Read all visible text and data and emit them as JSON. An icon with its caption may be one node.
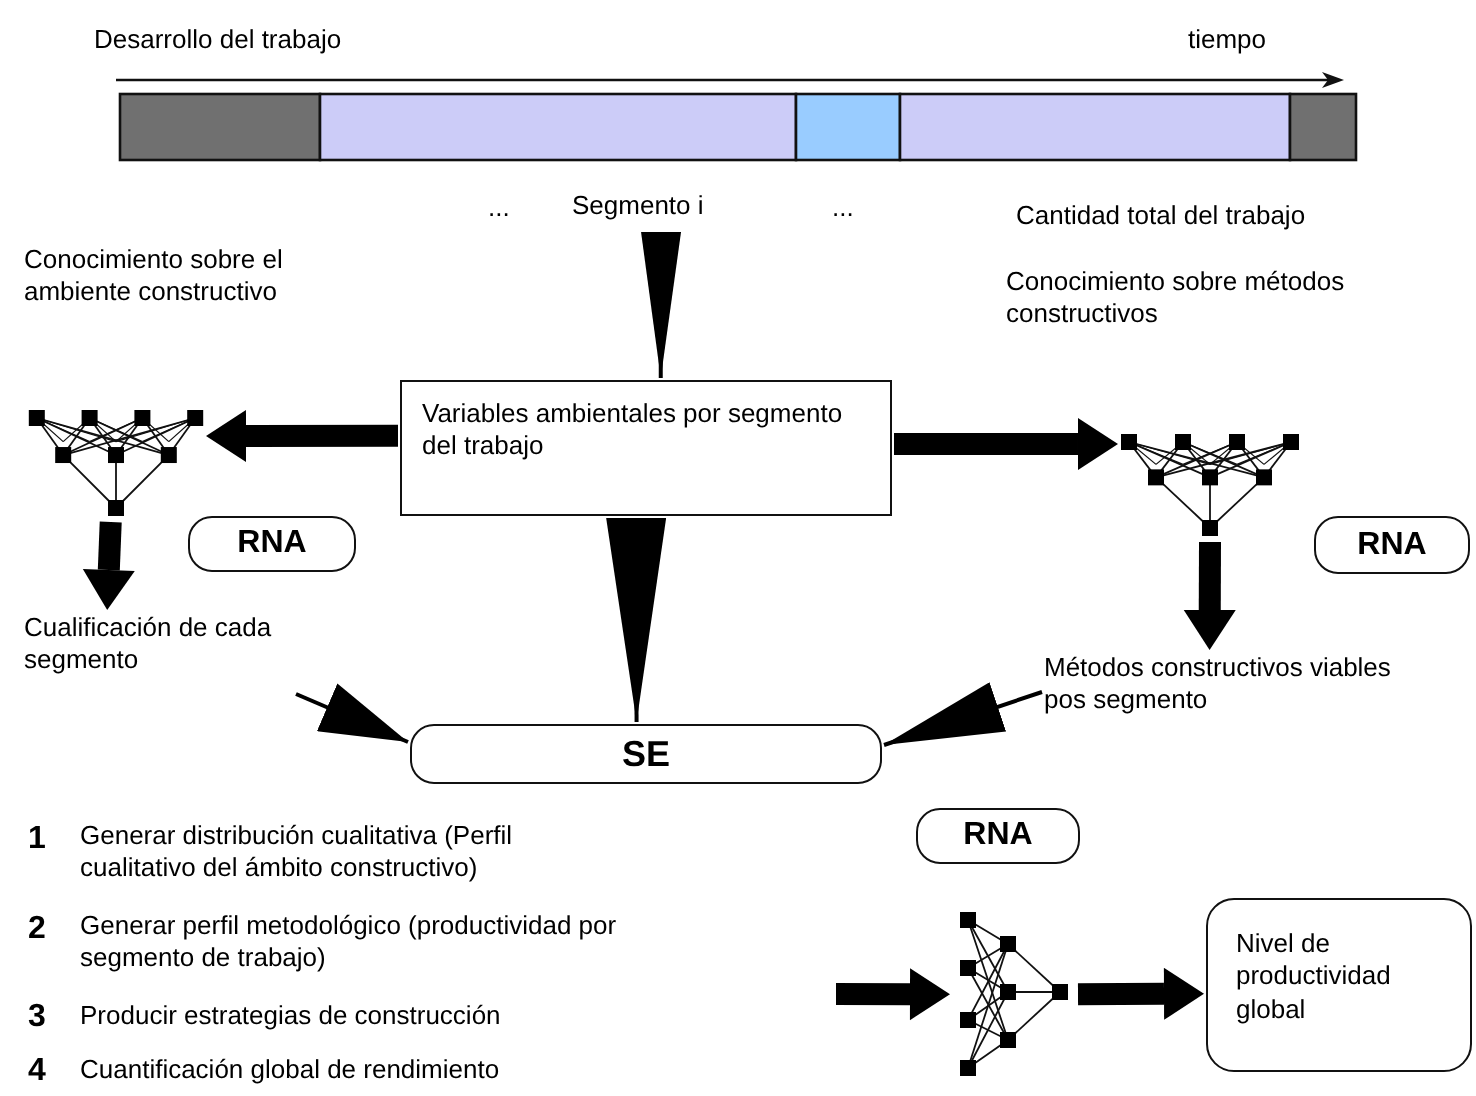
{
  "diagram": {
    "nodes": [
      {
        "text": [
          "Segmento i"
        ]
      },
      {
        "text": [
          "Variables ambientales por segmento del trabajo"
        ]
      },
      {
        "text": [],
        "shape": "picture"
      },
      {
        "text": [
          "RNA"
        ]
      },
      {
        "text": [],
        "shape": "picture"
      },
      {
        "text": [
          "RNA"
        ]
      },
      {
        "text": [
          "Cualificación de cada segmento"
        ]
      },
      {
        "text": [
          "Métodos constructivos viables pos segmento"
        ]
      },
      {
        "text": [
          "SE"
        ]
      },
      {
        "text": [
          "RNA"
        ]
      },
      {
        "text": [],
        "shape": "picture"
      },
      {
        "text": [
          "Nivel de productividad global"
        ]
      }
    ],
    "edges": [
      {
        "from": 0,
        "to": 1,
        "arrow": "to"
      },
      {
        "from": 1,
        "to": 2,
        "arrow": "to"
      },
      {
        "from": 1,
        "to": 4,
        "arrow": "to"
      },
      {
        "from": 2,
        "to": 6,
        "arrow": "to"
      },
      {
        "from": 4,
        "to": 7,
        "arrow": "to"
      },
      {
        "from": 1,
        "to": 8,
        "arrow": "to"
      },
      {
        "from": 6,
        "to": 8,
        "arrow": "to"
      },
      {
        "from": 7,
        "to": 8,
        "arrow": "to"
      },
      {
        "from": null,
        "to": 10,
        "arrow": "to"
      },
      {
        "from": 10,
        "to": 11,
        "arrow": "to"
      }
    ],
    "labels": [
      "Desarrollo del trabajo",
      "tiempo",
      "...",
      "...",
      "Cantidad total del trabajo",
      "Conocimiento sobre el ambiente constructivo",
      "Conocimiento sobre métodos constructivos",
      "1",
      "Generar distribución cualitativa (Perfil cualitativo del ámbito constructivo)",
      "2",
      "Generar perfil metodológico (productividad por segmento de trabajo)",
      "3",
      "Producir estrategias de construcción",
      "4",
      "Cuantificación global de rendimiento"
    ]
  }
}
